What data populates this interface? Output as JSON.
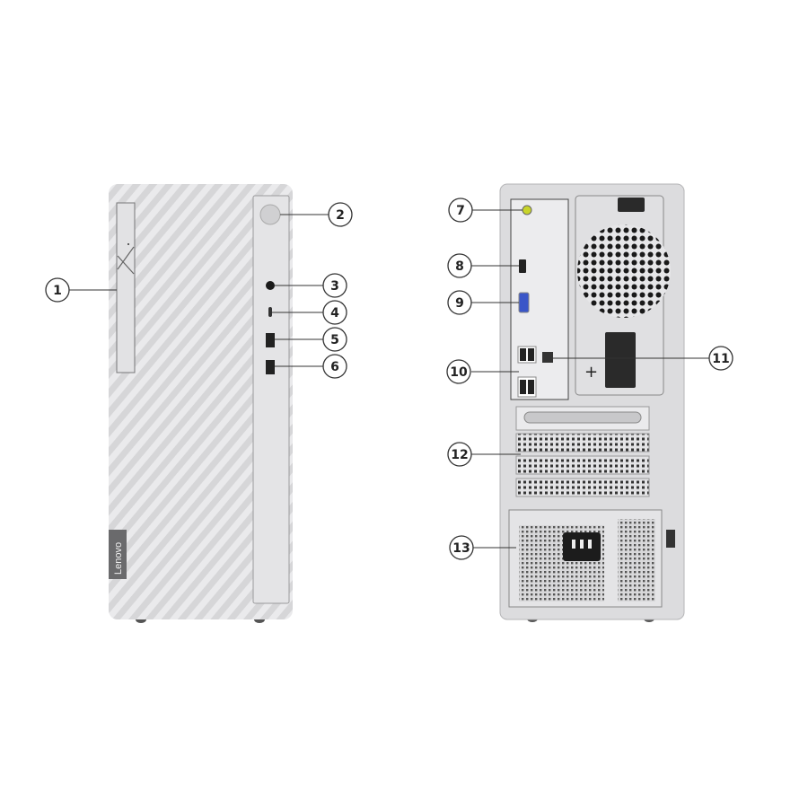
{
  "front_view": {
    "logo_text": "Lenovo",
    "callouts": [
      {
        "label": "1",
        "part": "optical-drive"
      },
      {
        "label": "2",
        "part": "power-button"
      },
      {
        "label": "3",
        "part": "audio-jack"
      },
      {
        "label": "4",
        "part": "usb-c-port"
      },
      {
        "label": "5",
        "part": "usb-a-port"
      },
      {
        "label": "6",
        "part": "usb-a-port"
      }
    ]
  },
  "rear_view": {
    "callouts": [
      {
        "label": "7",
        "part": "audio-line-out"
      },
      {
        "label": "8",
        "part": "hdmi-port"
      },
      {
        "label": "9",
        "part": "vga-port"
      },
      {
        "label": "10",
        "part": "usb-ports"
      },
      {
        "label": "11",
        "part": "ethernet-port"
      },
      {
        "label": "12",
        "part": "expansion-slots"
      },
      {
        "label": "13",
        "part": "power-connector"
      }
    ]
  },
  "colors": {
    "chassis": "#d9d9db",
    "panel": "#e4e4e6",
    "vga": "#3a56c8",
    "audio": "#c8d42a",
    "callout_stroke": "#333333"
  }
}
